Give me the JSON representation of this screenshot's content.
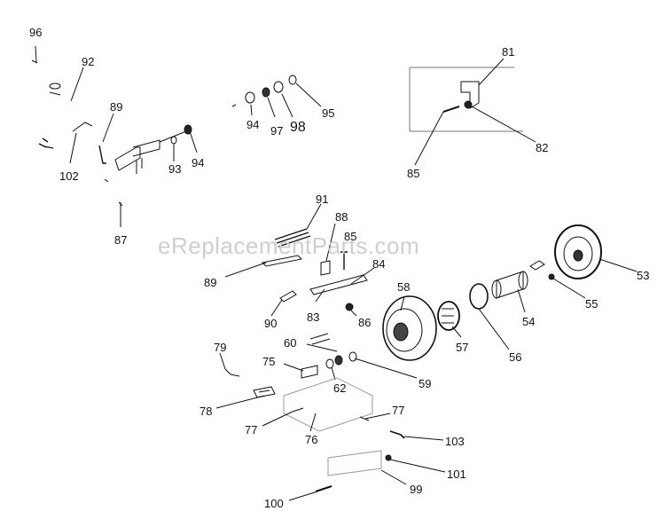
{
  "watermark": "eReplacementParts.com",
  "callouts": {
    "c96": "96",
    "c92": "92",
    "c89a": "89",
    "c102": "102",
    "c93": "93",
    "c94a": "94",
    "c87": "87",
    "c94b": "94",
    "c97": "97",
    "c98": "98",
    "c95": "95",
    "c81": "81",
    "c82": "82",
    "c85a": "85",
    "c91": "91",
    "c88": "88",
    "c85b": "85",
    "c84": "84",
    "c89b": "89",
    "c90": "90",
    "c83": "83",
    "c86": "86",
    "c58": "58",
    "c57": "57",
    "c56": "56",
    "c54": "54",
    "c55": "55",
    "c53": "53",
    "c60": "60",
    "c75": "75",
    "c62": "62",
    "c59": "59",
    "c79": "79",
    "c78": "78",
    "c77a": "77",
    "c76": "76",
    "c77b": "77",
    "c103": "103",
    "c101": "101",
    "c99": "99",
    "c100": "100"
  },
  "colors": {
    "ink": "#111111",
    "watermark": "#cfcfcf",
    "background": "#ffffff"
  }
}
